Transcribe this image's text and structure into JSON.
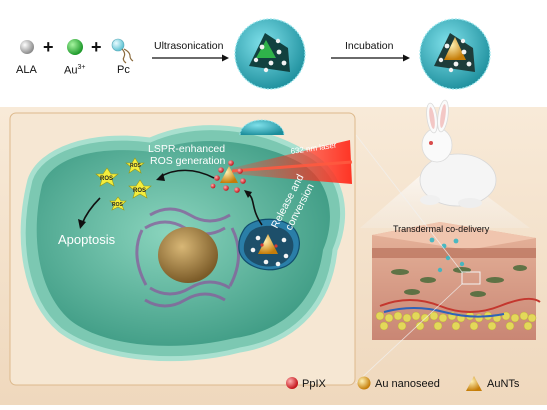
{
  "reagents": {
    "ala": "ALA",
    "au_base": "Au",
    "au_charge": "3+",
    "pc": "Pc",
    "plus": "+"
  },
  "steps": {
    "ultrasonication": "Ultrasonication",
    "incubation": "Incubation"
  },
  "cell": {
    "lspr_line1": "LSPR-enhanced",
    "lspr_line2": "ROS generation",
    "laser": "632 nm laser",
    "release_line1": "Release and",
    "release_line2": "conversion",
    "apoptosis": "Apoptosis",
    "ros": "ROS"
  },
  "skin": {
    "transdermal": "Transdermal co-delivery"
  },
  "legend": {
    "pplx": "PpIX",
    "au_nanoseed": "Au nanoseed",
    "aunts": "AuNTs"
  },
  "colors": {
    "shell": "#39b7c4",
    "cytoplasm": "#5fb59b",
    "pplx": "#e23a3a",
    "au": "#f0a51f",
    "aunt": "#e9b316",
    "laser": "#e0301e"
  }
}
